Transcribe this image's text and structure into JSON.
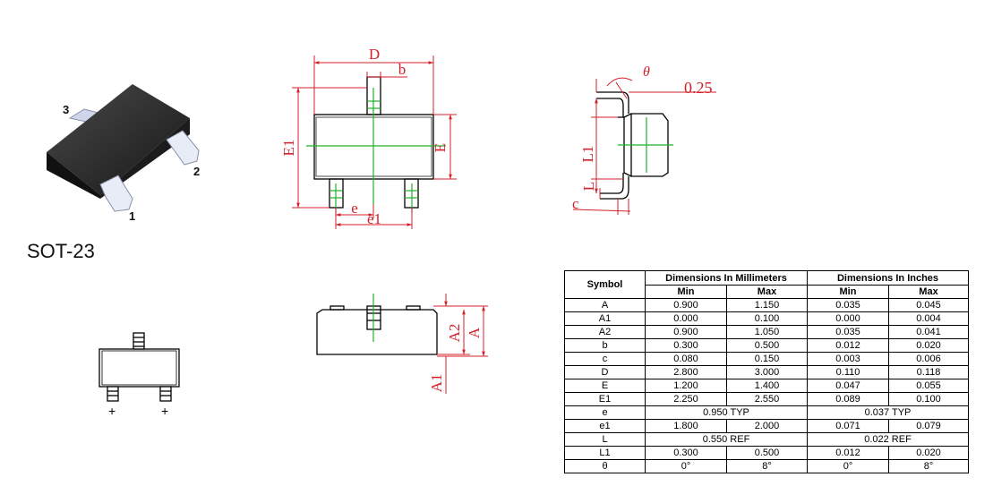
{
  "package": {
    "title": "SOT-23",
    "pin_labels": [
      "3",
      "2",
      "1"
    ],
    "polarity": [
      "+",
      "+"
    ]
  },
  "dimension_labels": {
    "top_view": [
      "D",
      "b",
      "E1",
      "E",
      "e",
      "e1"
    ],
    "side_view": [
      "θ",
      "0.25",
      "L1",
      "L",
      "c"
    ],
    "front_view": [
      "A2",
      "A",
      "A1"
    ]
  },
  "colors": {
    "dimension_line": "#d4202a",
    "center_line": "#22b02a",
    "outline": "#000000",
    "body": "#2a2a2a"
  },
  "table": {
    "headers": {
      "symbol": "Symbol",
      "mm": "Dimensions In Millimeters",
      "inch": "Dimensions In Inches",
      "min": "Min",
      "max": "Max"
    },
    "rows": [
      {
        "symbol": "A",
        "mm_min": "0.900",
        "mm_max": "1.150",
        "in_min": "0.035",
        "in_max": "0.045"
      },
      {
        "symbol": "A1",
        "mm_min": "0.000",
        "mm_max": "0.100",
        "in_min": "0.000",
        "in_max": "0.004"
      },
      {
        "symbol": "A2",
        "mm_min": "0.900",
        "mm_max": "1.050",
        "in_min": "0.035",
        "in_max": "0.041"
      },
      {
        "symbol": "b",
        "mm_min": "0.300",
        "mm_max": "0.500",
        "in_min": "0.012",
        "in_max": "0.020"
      },
      {
        "symbol": "c",
        "mm_min": "0.080",
        "mm_max": "0.150",
        "in_min": "0.003",
        "in_max": "0.006"
      },
      {
        "symbol": "D",
        "mm_min": "2.800",
        "mm_max": "3.000",
        "in_min": "0.110",
        "in_max": "0.118"
      },
      {
        "symbol": "E",
        "mm_min": "1.200",
        "mm_max": "1.400",
        "in_min": "0.047",
        "in_max": "0.055"
      },
      {
        "symbol": "E1",
        "mm_min": "2.250",
        "mm_max": "2.550",
        "in_min": "0.089",
        "in_max": "0.100"
      },
      {
        "symbol": "e",
        "mm_typ": "0.950 TYP",
        "in_typ": "0.037 TYP"
      },
      {
        "symbol": "e1",
        "mm_min": "1.800",
        "mm_max": "2.000",
        "in_min": "0.071",
        "in_max": "0.079"
      },
      {
        "symbol": "L",
        "mm_typ": "0.550 REF",
        "in_typ": "0.022 REF"
      },
      {
        "symbol": "L1",
        "mm_min": "0.300",
        "mm_max": "0.500",
        "in_min": "0.012",
        "in_max": "0.020"
      },
      {
        "symbol": "θ",
        "mm_min": "0°",
        "mm_max": "8°",
        "in_min": "0°",
        "in_max": "8°"
      }
    ]
  }
}
